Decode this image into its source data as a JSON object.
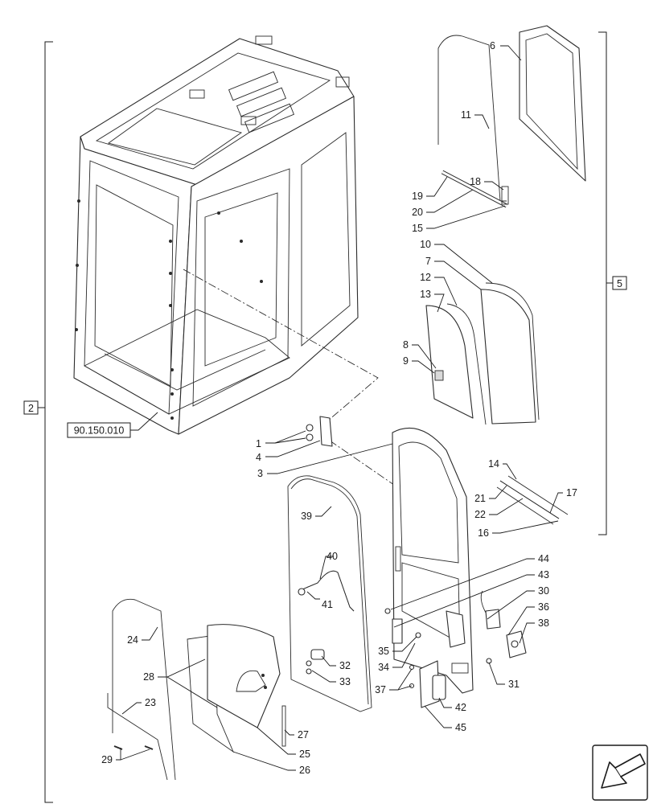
{
  "reference": "90.150.010",
  "group_left": "2",
  "group_right": "5",
  "callouts": [
    "1",
    "3",
    "4",
    "6",
    "7",
    "8",
    "9",
    "10",
    "11",
    "12",
    "13",
    "14",
    "15",
    "16",
    "17",
    "18",
    "19",
    "20",
    "21",
    "22",
    "23",
    "24",
    "25",
    "26",
    "27",
    "28",
    "29",
    "30",
    "31",
    "32",
    "33",
    "34",
    "35",
    "36",
    "37",
    "38",
    "39",
    "40",
    "41",
    "42",
    "43",
    "44",
    "45"
  ]
}
